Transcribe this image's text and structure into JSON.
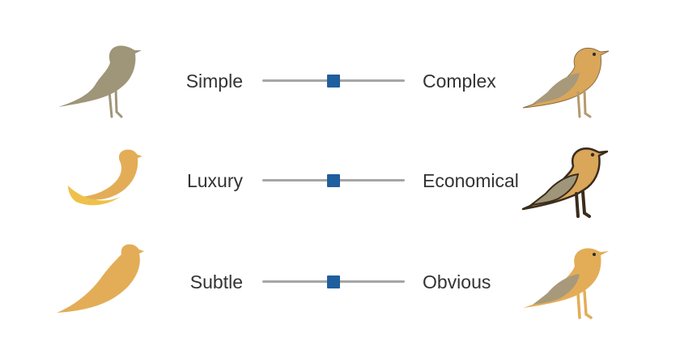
{
  "colors": {
    "thumb": "#1f5f9e",
    "track": "#a6a6a6",
    "text": "#333333",
    "bird_taupe": "#9f9579",
    "bird_gold": "#e3ad57",
    "bird_outline": "#3a2c1c"
  },
  "rows": [
    {
      "left_label": "Simple",
      "right_label": "Complex",
      "value_percent": 50,
      "left_icon": "silhouette-bird-icon",
      "right_icon": "detailed-bird-icon"
    },
    {
      "left_label": "Luxury",
      "right_label": "Economical",
      "value_percent": 50,
      "left_icon": "gold-swoosh-bird-icon",
      "right_icon": "outlined-bird-icon"
    },
    {
      "left_label": "Subtle",
      "right_label": "Obvious",
      "value_percent": 50,
      "left_icon": "gold-flat-bird-icon",
      "right_icon": "bright-bird-icon"
    }
  ]
}
